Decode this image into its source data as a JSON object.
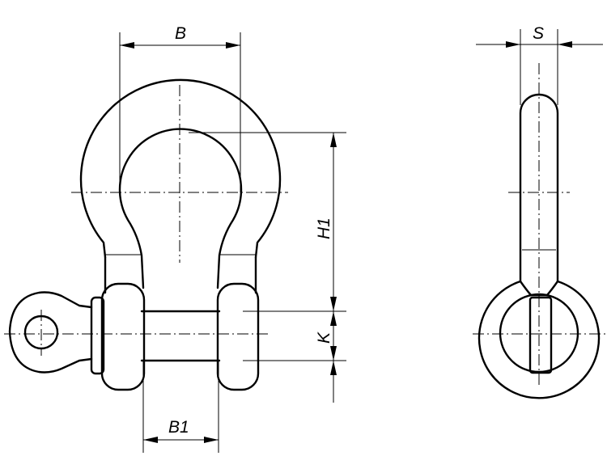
{
  "drawing": {
    "dimensions": {
      "B": "B",
      "S": "S",
      "H1": "H1",
      "K": "K",
      "B1": "B1"
    }
  }
}
